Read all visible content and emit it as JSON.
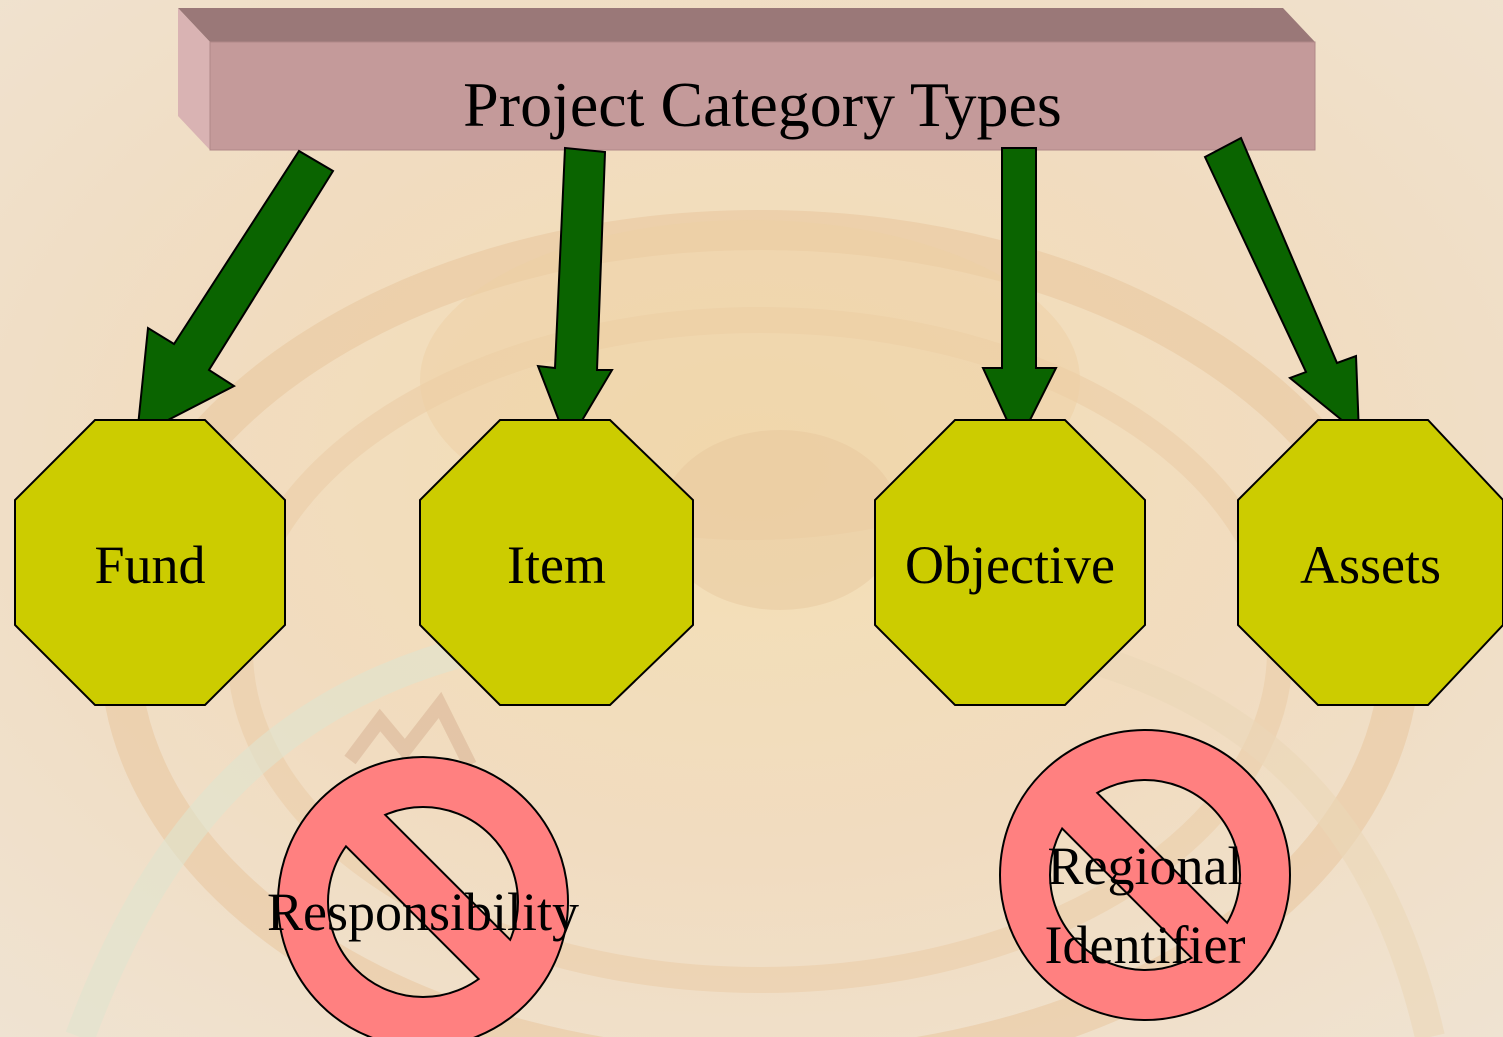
{
  "title": "Project Category Types",
  "categories": [
    {
      "label": "Fund"
    },
    {
      "label": "Item"
    },
    {
      "label": "Objective"
    },
    {
      "label": "Assets"
    }
  ],
  "excluded": [
    {
      "label": "Responsibility"
    },
    {
      "label_lines": [
        "Regional",
        "Identifier"
      ]
    }
  ],
  "colors": {
    "banner_front": "#c49a9a",
    "banner_top": "#9a7878",
    "banner_side": "#d9b3b3",
    "arrow_fill": "#0a6400",
    "octagon_fill": "#cccc00",
    "no_sign_fill": "#ff8080",
    "no_sign_stroke": "#000000",
    "background": "#f3e2c4"
  }
}
